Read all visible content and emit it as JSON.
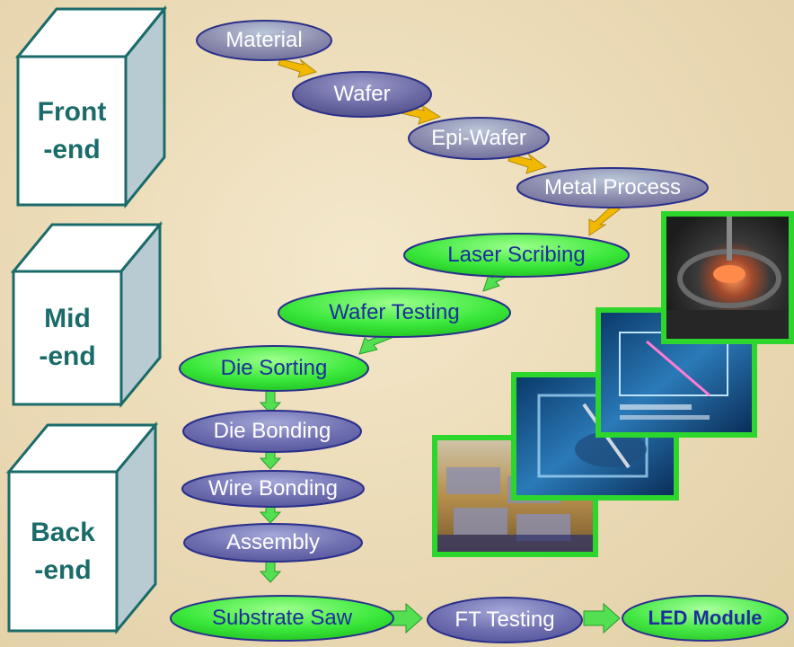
{
  "stages": {
    "front": {
      "line1": "Front",
      "line2": "-end"
    },
    "mid": {
      "line1": "Mid",
      "line2": "-end"
    },
    "back": {
      "line1": "Back",
      "line2": "-end"
    }
  },
  "process_steps": [
    "Material",
    "Wafer",
    "Epi-Wafer",
    "Metal Process",
    "Laser Scribing",
    "Wafer Testing",
    "Die Sorting",
    "Die Bonding",
    "Wire Bonding",
    "Assembly",
    "Substrate Saw",
    "FT Testing",
    "LED Module"
  ],
  "colors": {
    "front_end_node": "#8a8ab0",
    "mid_end_node": "#33e033",
    "back_end_node": "#6a6aa8",
    "arrow_gold": "#f2b800",
    "arrow_green": "#52e052",
    "stage_label": "#1a6b6a"
  },
  "photos": [
    "probe-station-photo",
    "laser-machine-screen-photo",
    "die-sorting-machine-photo",
    "wafer-tray-photo"
  ]
}
